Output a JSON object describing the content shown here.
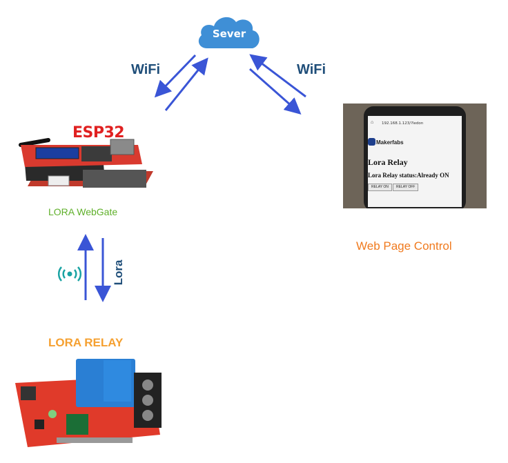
{
  "cloud": {
    "label": "Sever"
  },
  "wifi_left": "WiFi",
  "wifi_right": "WiFi",
  "esp32": {
    "title": "ESP32",
    "caption": "LORA WebGate"
  },
  "lora_link": {
    "label": "Lora"
  },
  "relay": {
    "title": "LORA RELAY"
  },
  "phone": {
    "url": "192.168.1.123/?ledon",
    "brand": "Makerfabs",
    "page_title": "Lora Relay",
    "status": "Lora Relay status:Already ON",
    "button_on": "RELAY ON",
    "button_off": "RELAY OFF"
  },
  "web_caption": "Web Page Control",
  "colors": {
    "arrow": "#3a55d6",
    "cloud": "#3f8fd6",
    "wifi_text": "#1f4e79",
    "esp_title": "#e02020",
    "webgate_text": "#5fb02a",
    "web_caption": "#f07a1e",
    "relay_title": "#f5a030"
  }
}
